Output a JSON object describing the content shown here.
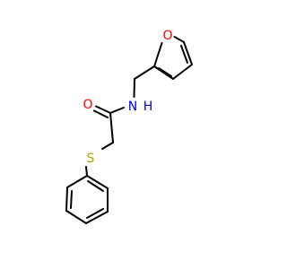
{
  "molecule": {
    "atoms": {
      "oxygen_furan": {
        "label": "O",
        "color": "#ff0000"
      },
      "oxygen_carbonyl": {
        "label": "O",
        "color": "#ff0000"
      },
      "nitrogen_amide": {
        "label": "N",
        "color": "#0000ff"
      },
      "hydrogen_amide": {
        "label": "H",
        "color": "#0000ff"
      },
      "sulfur": {
        "label": "S",
        "color": "#b8a000"
      }
    },
    "bond_color": "#000000"
  }
}
